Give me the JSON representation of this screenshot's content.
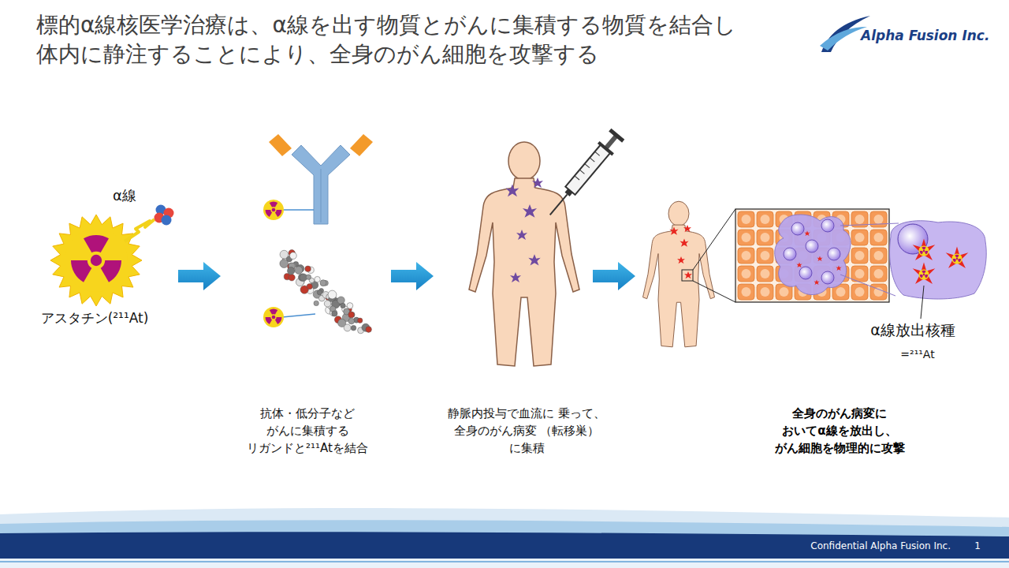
{
  "diagram": {
    "title": "標的α線核医学治療は、α線を出す物質とがんに集積する物質を結合し 体内に静注することにより、全身のがん細胞を攻撃する",
    "labels": [
      "Alpha Fusion Inc.",
      "α線",
      "アスタチン(²¹¹At)",
      "抗体・低分子など がんに集積する リガンドと²¹¹Atを結合",
      "静脈内投与で血流に 乗って、全身のがん病変 （転移巣）に集積",
      "α線放出核種",
      "=²¹¹At",
      "全身のがん病変に おいてα線を放出し、 がん細胞を物理的に攻撃",
      "Confidential Alpha Fusion Inc.",
      "1"
    ]
  }
}
